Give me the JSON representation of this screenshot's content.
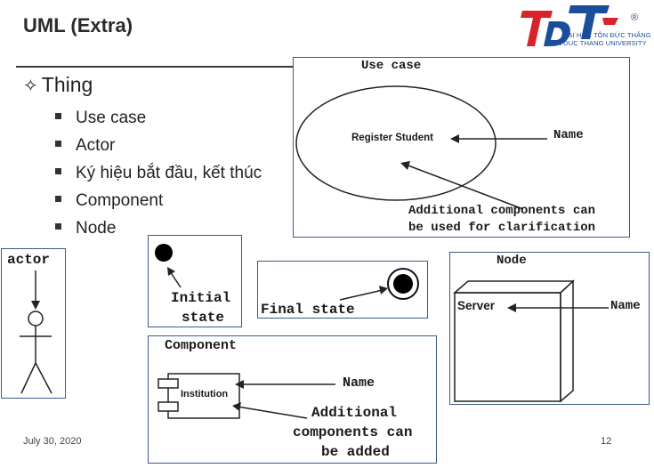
{
  "header": {
    "title": "UML (Extra)",
    "logo": {
      "registered": "®",
      "line1": "ĐẠI HỌC TÔN ĐỨC THẮNG",
      "line2": "TON DUC THANG UNIVERSITY"
    }
  },
  "content": {
    "heading": "Thing",
    "heading_icon": "four-point-star-outline-icon",
    "bullets": [
      "Use case",
      "Actor",
      "Ký hiệu bắt đầu, kết thúc",
      "Component",
      "Node"
    ]
  },
  "usecase": {
    "title": "Use case",
    "ellipse_text": "Register Student",
    "name_label": "Name",
    "note_line1": "Additional components can",
    "note_line2": "be used for clarification"
  },
  "actor": {
    "label": "actor"
  },
  "initial": {
    "line1": "Initial",
    "line2": "state"
  },
  "final": {
    "label": "Final state"
  },
  "component": {
    "title": "Component",
    "box_text": "Institution",
    "name_label": "Name",
    "note_line1": "Additional",
    "note_line2": "components can",
    "note_line3": "be added"
  },
  "node": {
    "title": "Node",
    "box_text": "Server",
    "name_label": "Name"
  },
  "footer": {
    "date": "July 30, 2020",
    "page": "12"
  },
  "colors": {
    "accent_red": "#d8232a",
    "accent_blue": "#1a4e9a",
    "box_border": "#3d5a8a"
  }
}
